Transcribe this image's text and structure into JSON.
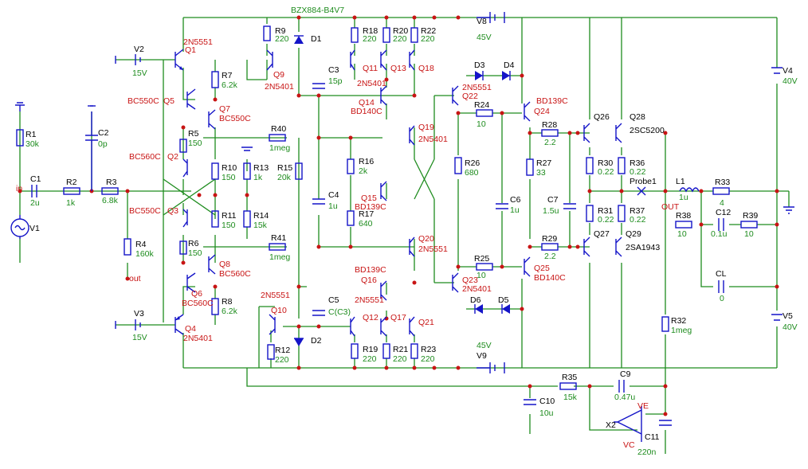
{
  "title": "BZX884-B4V7",
  "labels": {
    "Q1": {
      "ref": "Q1",
      "val": "2N5551"
    },
    "Q2": {
      "ref": "Q2",
      "val": "BC560C"
    },
    "Q3": {
      "ref": "Q3",
      "val": "BC550C"
    },
    "Q4": {
      "ref": "Q4",
      "val": "2N5401"
    },
    "Q5": {
      "ref": "Q5",
      "val": "BC550C"
    },
    "Q6": {
      "ref": "Q6",
      "val": "BC560C"
    },
    "Q7": {
      "ref": "Q7",
      "val": "BC550C"
    },
    "Q8": {
      "ref": "Q8",
      "val": "BC560C"
    },
    "Q9": {
      "ref": "Q9",
      "val": "2N5401"
    },
    "Q10": {
      "ref": "Q10",
      "val": "2N5551"
    },
    "Q11": {
      "ref": "Q11",
      "val": "2N5401"
    },
    "Q12": {
      "ref": "Q12",
      "val": "2N5551"
    },
    "Q13": {
      "ref": "Q13"
    },
    "Q14": {
      "ref": "Q14",
      "val": "BD140C"
    },
    "Q15": {
      "ref": "Q15",
      "val": "BD139C"
    },
    "Q16": {
      "ref": "Q16",
      "val": "BD139C"
    },
    "Q17": {
      "ref": "Q17"
    },
    "Q18": {
      "ref": "Q18"
    },
    "Q19": {
      "ref": "Q19",
      "val": "2N5401"
    },
    "Q20": {
      "ref": "Q20",
      "val": "2N5551"
    },
    "Q21": {
      "ref": "Q21"
    },
    "Q22": {
      "ref": "Q22",
      "val": "2N5551"
    },
    "Q23": {
      "ref": "Q23",
      "val": "2N5401"
    },
    "Q24": {
      "ref": "Q24",
      "val": "BD139C"
    },
    "Q25": {
      "ref": "Q25",
      "val": "BD140C"
    },
    "Q26": {
      "ref": "Q26"
    },
    "Q27": {
      "ref": "Q27"
    },
    "Q28": {
      "ref": "Q28",
      "val": "2SC5200"
    },
    "Q29": {
      "ref": "Q29",
      "val": "2SA1943"
    },
    "R1": {
      "ref": "R1",
      "val": "30k"
    },
    "R2": {
      "ref": "R2",
      "val": "1k"
    },
    "R3": {
      "ref": "R3",
      "val": "6.8k"
    },
    "R4": {
      "ref": "R4",
      "val": "160k"
    },
    "R5": {
      "ref": "R5",
      "val": "150"
    },
    "R6": {
      "ref": "R6",
      "val": "150"
    },
    "R7": {
      "ref": "R7",
      "val": "6.2k"
    },
    "R8": {
      "ref": "R8",
      "val": "6.2k"
    },
    "R9": {
      "ref": "R9",
      "val": "220"
    },
    "R10": {
      "ref": "R10",
      "val": "150"
    },
    "R11": {
      "ref": "R11",
      "val": "150"
    },
    "R12": {
      "ref": "R12",
      "val": "220"
    },
    "R13": {
      "ref": "R13",
      "val": "1k"
    },
    "R14": {
      "ref": "R14",
      "val": "15k"
    },
    "R15": {
      "ref": "R15",
      "val": "20k"
    },
    "R16": {
      "ref": "R16",
      "val": "2k"
    },
    "R17": {
      "ref": "R17",
      "val": "640"
    },
    "R18": {
      "ref": "R18",
      "val": "220"
    },
    "R19": {
      "ref": "R19",
      "val": "220"
    },
    "R20": {
      "ref": "R20",
      "val": "220"
    },
    "R21": {
      "ref": "R21",
      "val": "220"
    },
    "R22": {
      "ref": "R22",
      "val": "220"
    },
    "R23": {
      "ref": "R23",
      "val": "220"
    },
    "R24": {
      "ref": "R24",
      "val": "10"
    },
    "R25": {
      "ref": "R25",
      "val": "10"
    },
    "R26": {
      "ref": "R26",
      "val": "680"
    },
    "R27": {
      "ref": "R27",
      "val": "33"
    },
    "R28": {
      "ref": "R28",
      "val": "2.2"
    },
    "R29": {
      "ref": "R29",
      "val": "2.2"
    },
    "R30": {
      "ref": "R30",
      "val": "0.22"
    },
    "R31": {
      "ref": "R31",
      "val": "0.22"
    },
    "R32": {
      "ref": "R32",
      "val": "1meg"
    },
    "R33": {
      "ref": "R33",
      "val": "4"
    },
    "R35": {
      "ref": "R35",
      "val": "15k"
    },
    "R36": {
      "ref": "R36",
      "val": "0.22"
    },
    "R37": {
      "ref": "R37",
      "val": "0.22"
    },
    "R38": {
      "ref": "R38",
      "val": "10"
    },
    "R39": {
      "ref": "R39",
      "val": "10"
    },
    "R40": {
      "ref": "R40",
      "val": "1meg"
    },
    "R41": {
      "ref": "R41",
      "val": "1meg"
    },
    "C1": {
      "ref": "C1",
      "val": "2u"
    },
    "C2": {
      "ref": "C2",
      "val": "0p"
    },
    "C3": {
      "ref": "C3",
      "val": "15p"
    },
    "C4": {
      "ref": "C4",
      "val": "1u"
    },
    "C5": {
      "ref": "C5",
      "val": "C(C3)"
    },
    "C6": {
      "ref": "C6",
      "val": "1u"
    },
    "C7": {
      "ref": "C7",
      "val": "1.5u"
    },
    "C9": {
      "ref": "C9",
      "val": "0.47u"
    },
    "C10": {
      "ref": "C10",
      "val": "10u"
    },
    "C11": {
      "ref": "C11",
      "val": "220n"
    },
    "C12": {
      "ref": "C12",
      "val": "0.1u"
    },
    "CL": {
      "ref": "CL",
      "val": "0"
    },
    "L1": {
      "ref": "L1",
      "val": "1u"
    },
    "D1": {
      "ref": "D1"
    },
    "D2": {
      "ref": "D2"
    },
    "D3": {
      "ref": "D3"
    },
    "D4": {
      "ref": "D4"
    },
    "D5": {
      "ref": "D5"
    },
    "D6": {
      "ref": "D6"
    },
    "V1": {
      "ref": "V1"
    },
    "V2": {
      "ref": "V2",
      "val": "15V"
    },
    "V3": {
      "ref": "V3",
      "val": "15V"
    },
    "V4": {
      "ref": "V4",
      "val": "40V"
    },
    "V5": {
      "ref": "V5",
      "val": "40V"
    },
    "V8": {
      "ref": "V8",
      "val": "45V"
    },
    "V9": {
      "ref": "V9",
      "val": "45V"
    },
    "X2": {
      "ref": "X2"
    }
  },
  "nets": {
    "in": "in",
    "out_left": "out",
    "OUT": "OUT",
    "VE": "VE",
    "VC": "VC",
    "probe": "Probe1"
  }
}
